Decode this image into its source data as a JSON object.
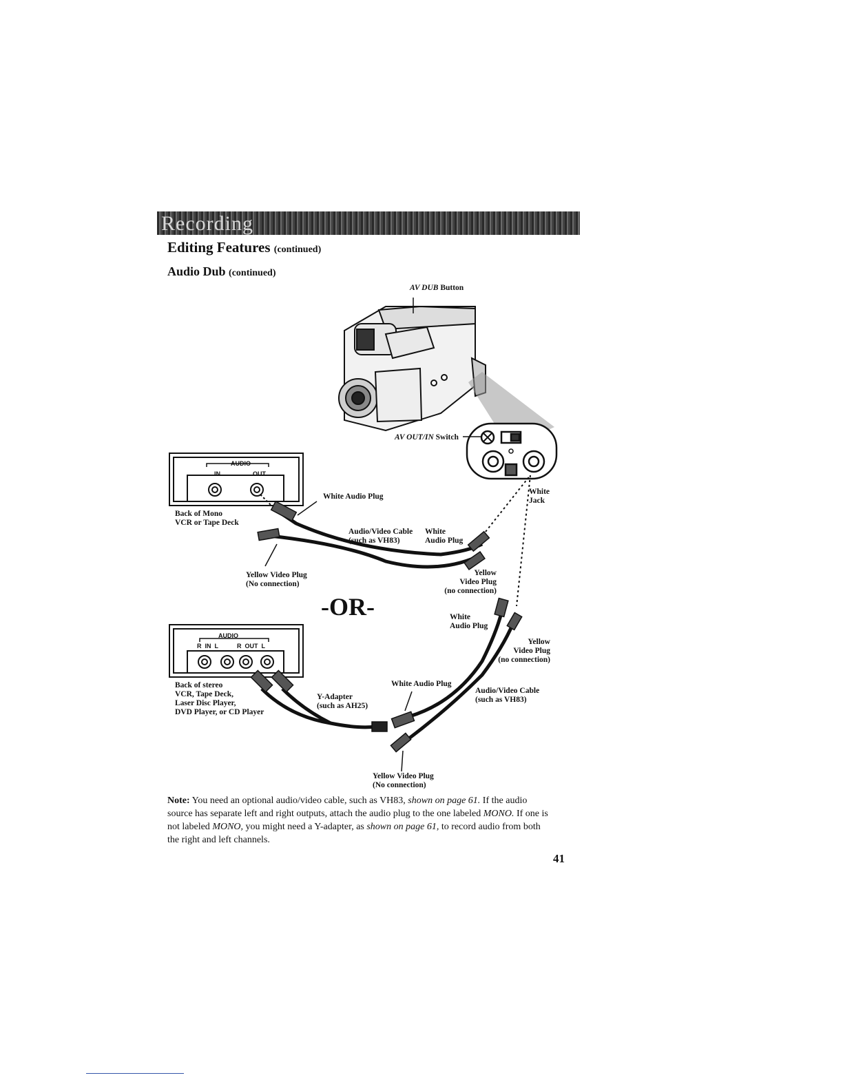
{
  "banner": {
    "text": "Recording"
  },
  "heading": {
    "title": "Editing Features",
    "qualifier": "(continued)"
  },
  "subheading": {
    "title": "Audio Dub",
    "qualifier": "(continued)"
  },
  "labels": {
    "av_dub_italic": "AV DUB",
    "av_dub_rest": "Button",
    "av_out_in_italic": "AV OUT/IN",
    "av_out_in_rest": "Switch",
    "mono_audio": "AUDIO",
    "mono_in": "IN",
    "mono_out": "OUT",
    "white_audio_plug_top": "White Audio Plug",
    "back_of_mono": "Back of Mono\nVCR or Tape Deck",
    "white_jack": "White\nJack",
    "av_cable_top": "Audio/Video Cable\n(such as VH83)",
    "white_audio_plug_right": "White\nAudio Plug",
    "yellow_video_plug_left": "Yellow Video Plug\n(No connection)",
    "yellow_video_plug_right": "Yellow\nVideo Plug\n(no connection)",
    "or": "-OR-",
    "stereo_audio": "AUDIO",
    "stereo_in": "R  IN  L",
    "stereo_out": "R  OUT  L",
    "white_audio_plug_lower": "White\nAudio Plug",
    "yellow_video_plug_lower_right": "Yellow\nVideo Plug\n(no connection)",
    "back_of_stereo": "Back of stereo\nVCR, Tape Deck,\nLaser Disc Player,\nDVD Player, or CD Player",
    "y_adapter": "Y-Adapter\n(such as AH25)",
    "white_audio_plug_mid": "White Audio Plug",
    "av_cable_lower": "Audio/Video Cable\n(such as VH83)",
    "yellow_video_plug_bottom": "Yellow Video Plug\n(No connection)"
  },
  "note": {
    "label": "Note:",
    "t1": " You need an optional audio/video cable, such as VH83, ",
    "i1": "shown on page 61.",
    "t2": "  If the audio source has separate left and right outputs, attach the audio plug to the one labeled ",
    "i2": "MONO.",
    "t3": "  If one is not labeled ",
    "i3": "MONO,",
    "t4": " you might need a Y-adapter, as ",
    "i4": "shown on page 61,",
    "t5": " to record audio from both the right and left channels."
  },
  "page_number": "41"
}
